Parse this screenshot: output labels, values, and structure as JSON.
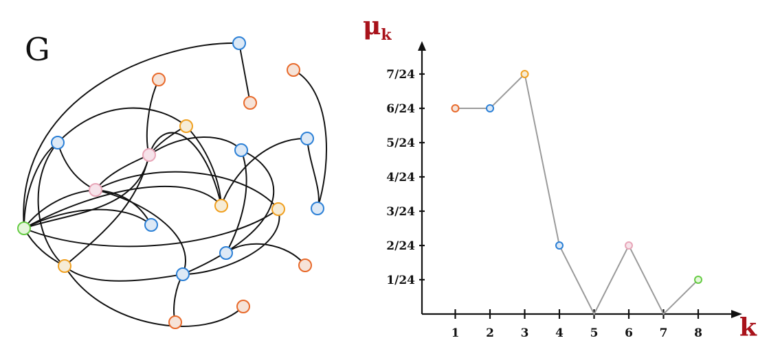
{
  "graph": {
    "label": "G",
    "nodes": [
      {
        "id": "a",
        "c": "blue"
      },
      {
        "id": "b",
        "c": "orange"
      },
      {
        "id": "c",
        "c": "orange"
      },
      {
        "id": "d",
        "c": "orange"
      },
      {
        "id": "e",
        "c": "yellow"
      },
      {
        "id": "f",
        "c": "blue"
      },
      {
        "id": "g",
        "c": "pink"
      },
      {
        "id": "h",
        "c": "blue"
      },
      {
        "id": "i",
        "c": "blue"
      },
      {
        "id": "j",
        "c": "pink"
      },
      {
        "id": "k",
        "c": "yellow"
      },
      {
        "id": "l",
        "c": "yellow"
      },
      {
        "id": "m",
        "c": "blue"
      },
      {
        "id": "n",
        "c": "green"
      },
      {
        "id": "o",
        "c": "blue"
      },
      {
        "id": "p",
        "c": "blue"
      },
      {
        "id": "q",
        "c": "yellow"
      },
      {
        "id": "r",
        "c": "orange"
      },
      {
        "id": "s",
        "c": "blue"
      },
      {
        "id": "t",
        "c": "orange"
      },
      {
        "id": "u",
        "c": "orange"
      }
    ]
  },
  "chart_data": {
    "type": "line",
    "ylabel": "μk",
    "xlabel": "k",
    "x": [
      1,
      2,
      3,
      4,
      5,
      6,
      7,
      8
    ],
    "y": [
      0.25,
      0.25,
      0.2917,
      0.0833,
      0.0,
      0.0833,
      0.0,
      0.0417
    ],
    "point_colors": [
      "orange",
      "blue",
      "yellow",
      "blue",
      "gray",
      "pink",
      "gray",
      "green"
    ],
    "yticks": [
      {
        "value": 0.0417,
        "label": "1/24"
      },
      {
        "value": 0.0833,
        "label": "2/24"
      },
      {
        "value": 0.125,
        "label": "3/24"
      },
      {
        "value": 0.1667,
        "label": "4/24"
      },
      {
        "value": 0.2083,
        "label": "5/24"
      },
      {
        "value": 0.25,
        "label": "6/24"
      },
      {
        "value": 0.2917,
        "label": "7/24"
      }
    ],
    "xticks": [
      "1",
      "2",
      "3",
      "4",
      "5",
      "6",
      "7",
      "8"
    ],
    "ylim": [
      0,
      0.33
    ],
    "grid": false,
    "colors": {
      "orange": "#e8692a",
      "blue": "#2a7fd6",
      "yellow": "#f0a020",
      "pink": "#e8a6b8",
      "green": "#66cc44",
      "gray": "#9a9a9a",
      "label": "#a8121a"
    }
  }
}
